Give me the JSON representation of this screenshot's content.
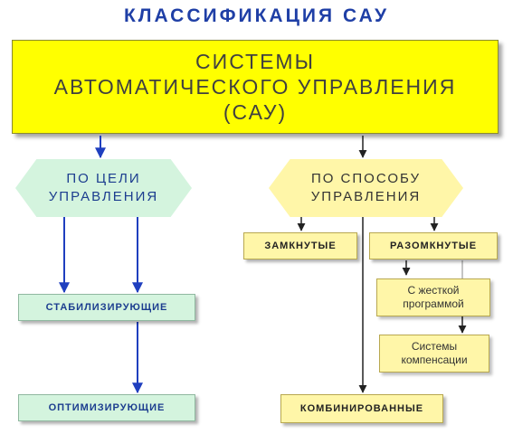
{
  "title": "КЛАССИФИКАЦИЯ САУ",
  "root": {
    "line1": "СИСТЕМЫ",
    "line2": "АВТОМАТИЧЕСКОГО УПРАВЛЕНИЯ",
    "line3": "(САУ)"
  },
  "by_goal": {
    "line1": "ПО ЦЕЛИ",
    "line2": "УПРАВЛЕНИЯ",
    "children": [
      "СТАБИЛИЗИРУЮЩИЕ",
      "ОПТИМИЗИРУЮЩИЕ"
    ]
  },
  "by_method": {
    "line1": "ПО СПОСОБУ",
    "line2": "УПРАВЛЕНИЯ",
    "closed": "ЗАМКНУТЫЕ",
    "open": "РАЗОМКНУТЫЕ",
    "combined": "КОМБИНИРОВАННЫЕ",
    "open_children": [
      {
        "line1": "С жесткой",
        "line2": "программой"
      },
      {
        "line1": "Системы",
        "line2": "компенсации"
      }
    ]
  },
  "colors": {
    "root_fill": "#ffff00",
    "green_fill": "#d4f4de",
    "yellow_fill": "#fff6a8",
    "blue_arrow": "#1f3fbf",
    "title": "#1f3fa6"
  }
}
